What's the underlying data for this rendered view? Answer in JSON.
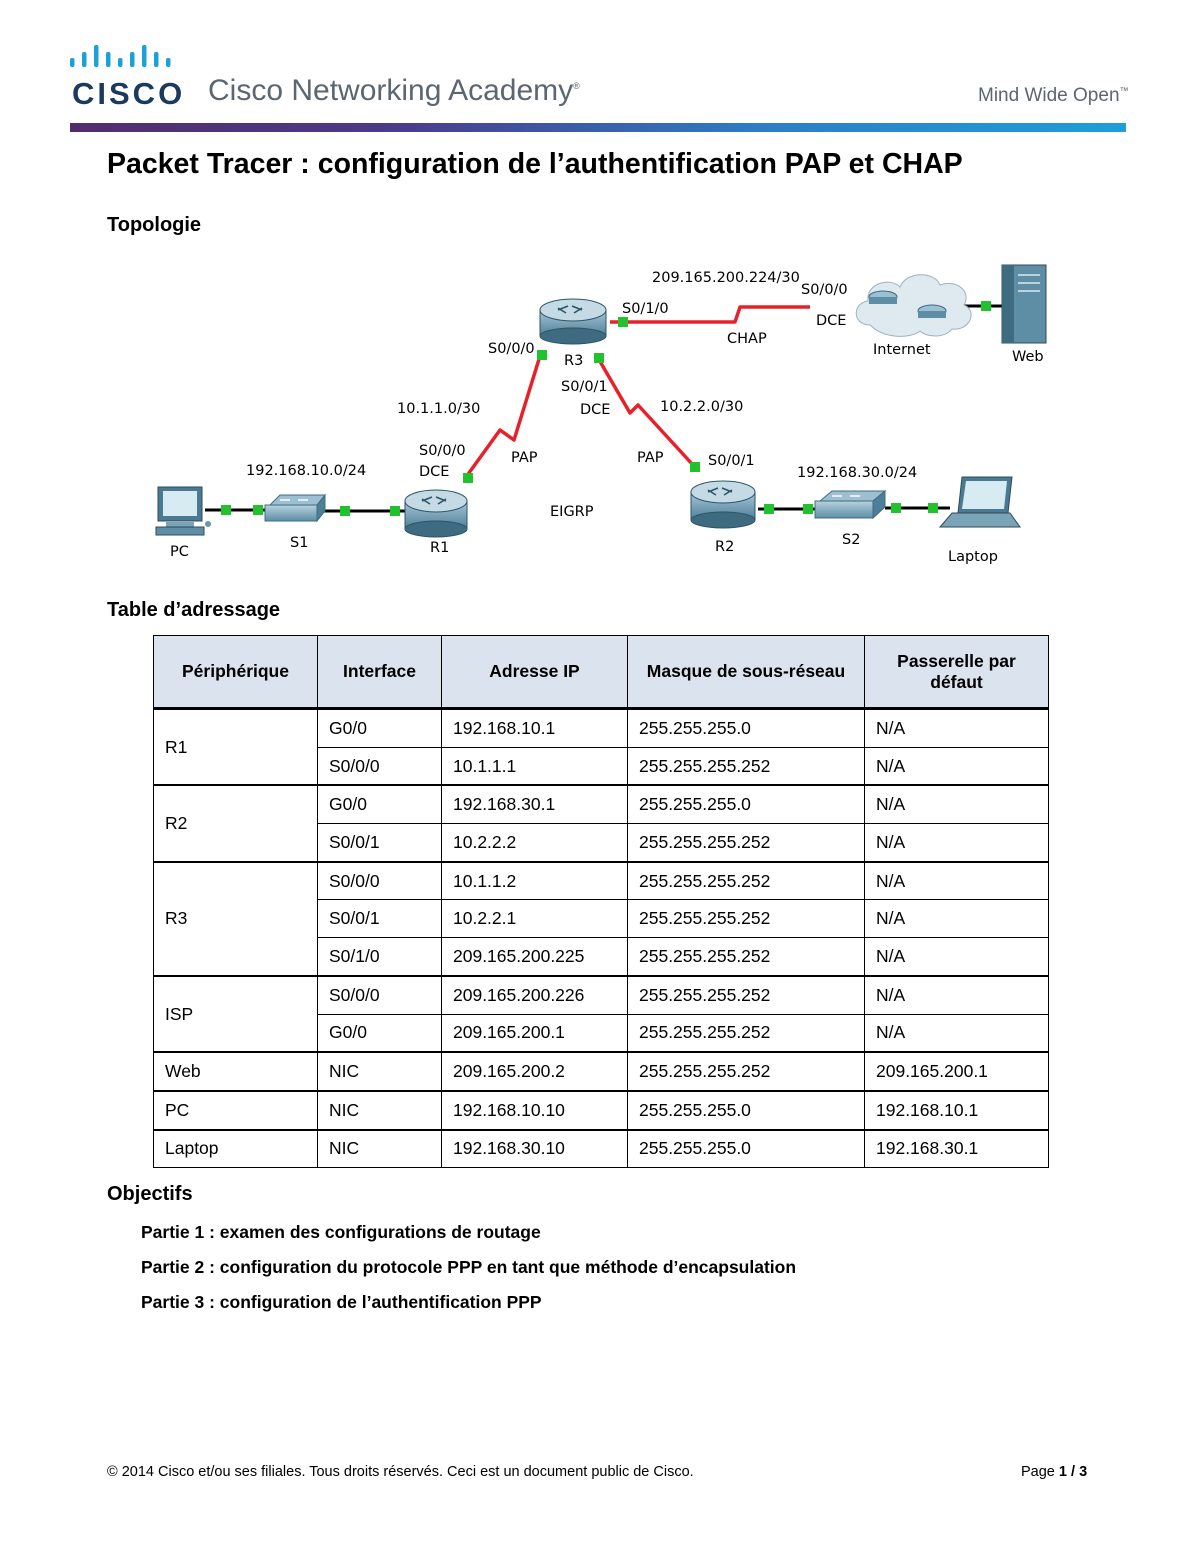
{
  "header": {
    "brand": "CISCO",
    "academy_name": "Cisco Networking Academy",
    "academy_mark": "®",
    "tagline": "Mind Wide Open",
    "tagline_mark": "™"
  },
  "title": "Packet Tracer : configuration de l’authentification PAP et CHAP",
  "topology": {
    "heading": "Topologie",
    "devices": {
      "pc": "PC",
      "s1": "S1",
      "r1": "R1",
      "r3": "R3",
      "r2": "R2",
      "s2": "S2",
      "laptop": "Laptop",
      "internet": "Internet",
      "web": "Web"
    },
    "labels": {
      "lan1": "192.168.10.0/24",
      "lan2": "192.168.30.0/24",
      "net_r1_r3": "10.1.1.0/30",
      "net_r3_r2": "10.2.2.0/30",
      "net_isp": "209.165.200.224/30",
      "r1_s000": "S0/0/0",
      "r1_dce": "DCE",
      "r3_s000": "S0/0/0",
      "r3_s001": "S0/0/1",
      "r3_dce": "DCE",
      "r3_s010": "S0/1/0",
      "r2_s001": "S0/0/1",
      "isp_s000": "S0/0/0",
      "isp_dce": "DCE",
      "pap_left": "PAP",
      "pap_right": "PAP",
      "chap": "CHAP",
      "eigrp": "EIGRP"
    }
  },
  "addressing": {
    "heading": "Table d’adressage",
    "columns": [
      "Périphérique",
      "Interface",
      "Adresse IP",
      "Masque de sous-réseau",
      "Passerelle par défaut"
    ],
    "rows": [
      [
        "R1",
        "G0/0",
        "192.168.10.1",
        "255.255.255.0",
        "N/A"
      ],
      [
        "",
        "S0/0/0",
        "10.1.1.1",
        "255.255.255.252",
        "N/A"
      ],
      [
        "R2",
        "G0/0",
        "192.168.30.1",
        "255.255.255.0",
        "N/A"
      ],
      [
        "",
        "S0/0/1",
        "10.2.2.2",
        "255.255.255.252",
        "N/A"
      ],
      [
        "R3",
        "S0/0/0",
        "10.1.1.2",
        "255.255.255.252",
        "N/A"
      ],
      [
        "",
        "S0/0/1",
        "10.2.2.1",
        "255.255.255.252",
        "N/A"
      ],
      [
        "",
        "S0/1/0",
        "209.165.200.225",
        "255.255.255.252",
        "N/A"
      ],
      [
        "ISP",
        "S0/0/0",
        "209.165.200.226",
        "255.255.255.252",
        "N/A"
      ],
      [
        "",
        "G0/0",
        "209.165.200.1",
        "255.255.255.252",
        "N/A"
      ],
      [
        "Web",
        "NIC",
        "209.165.200.2",
        "255.255.255.252",
        "209.165.200.1"
      ],
      [
        "PC",
        "NIC",
        "192.168.10.10",
        "255.255.255.0",
        "192.168.10.1"
      ],
      [
        "Laptop",
        "NIC",
        "192.168.30.10",
        "255.255.255.0",
        "192.168.30.1"
      ]
    ]
  },
  "objectives": {
    "heading": "Objectifs",
    "items": [
      "Partie 1 : examen des configurations de routage",
      "Partie 2 : configuration du protocole PPP en tant que méthode d’encapsulation",
      "Partie 3 : configuration de l’authentification PPP"
    ]
  },
  "footer": {
    "copyright": "© 2014 Cisco et/ou ses filiales. Tous droits réservés. Ceci est un document public de Cisco.",
    "page_label": "Page ",
    "page_current": "1",
    "page_sep": " / ",
    "page_total": "3"
  },
  "colors": {
    "serial_link": "#e8202a",
    "ethernet_link": "#000000",
    "link_light": "#22c22e",
    "header_gradient_start": "#522d6d",
    "header_gradient_end": "#1e9fd8",
    "table_header_bg": "#dbe3ef"
  }
}
